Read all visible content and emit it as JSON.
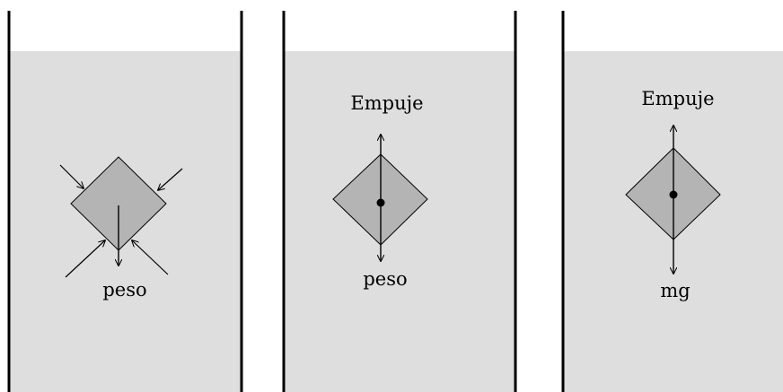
{
  "colors": {
    "background": "#ffffff",
    "water": "#dedede",
    "block": "#b4b4b4",
    "ink": "#000000"
  },
  "panels": [
    {
      "forces": "pressure-arrows",
      "labels": {
        "bottom": "peso"
      }
    },
    {
      "forces": "buoyancy-and-weight",
      "labels": {
        "top": "Empuje",
        "bottom": "peso"
      }
    },
    {
      "forces": "buoyancy-and-weight",
      "labels": {
        "top": "Empuje",
        "bottom": "mg"
      }
    }
  ]
}
